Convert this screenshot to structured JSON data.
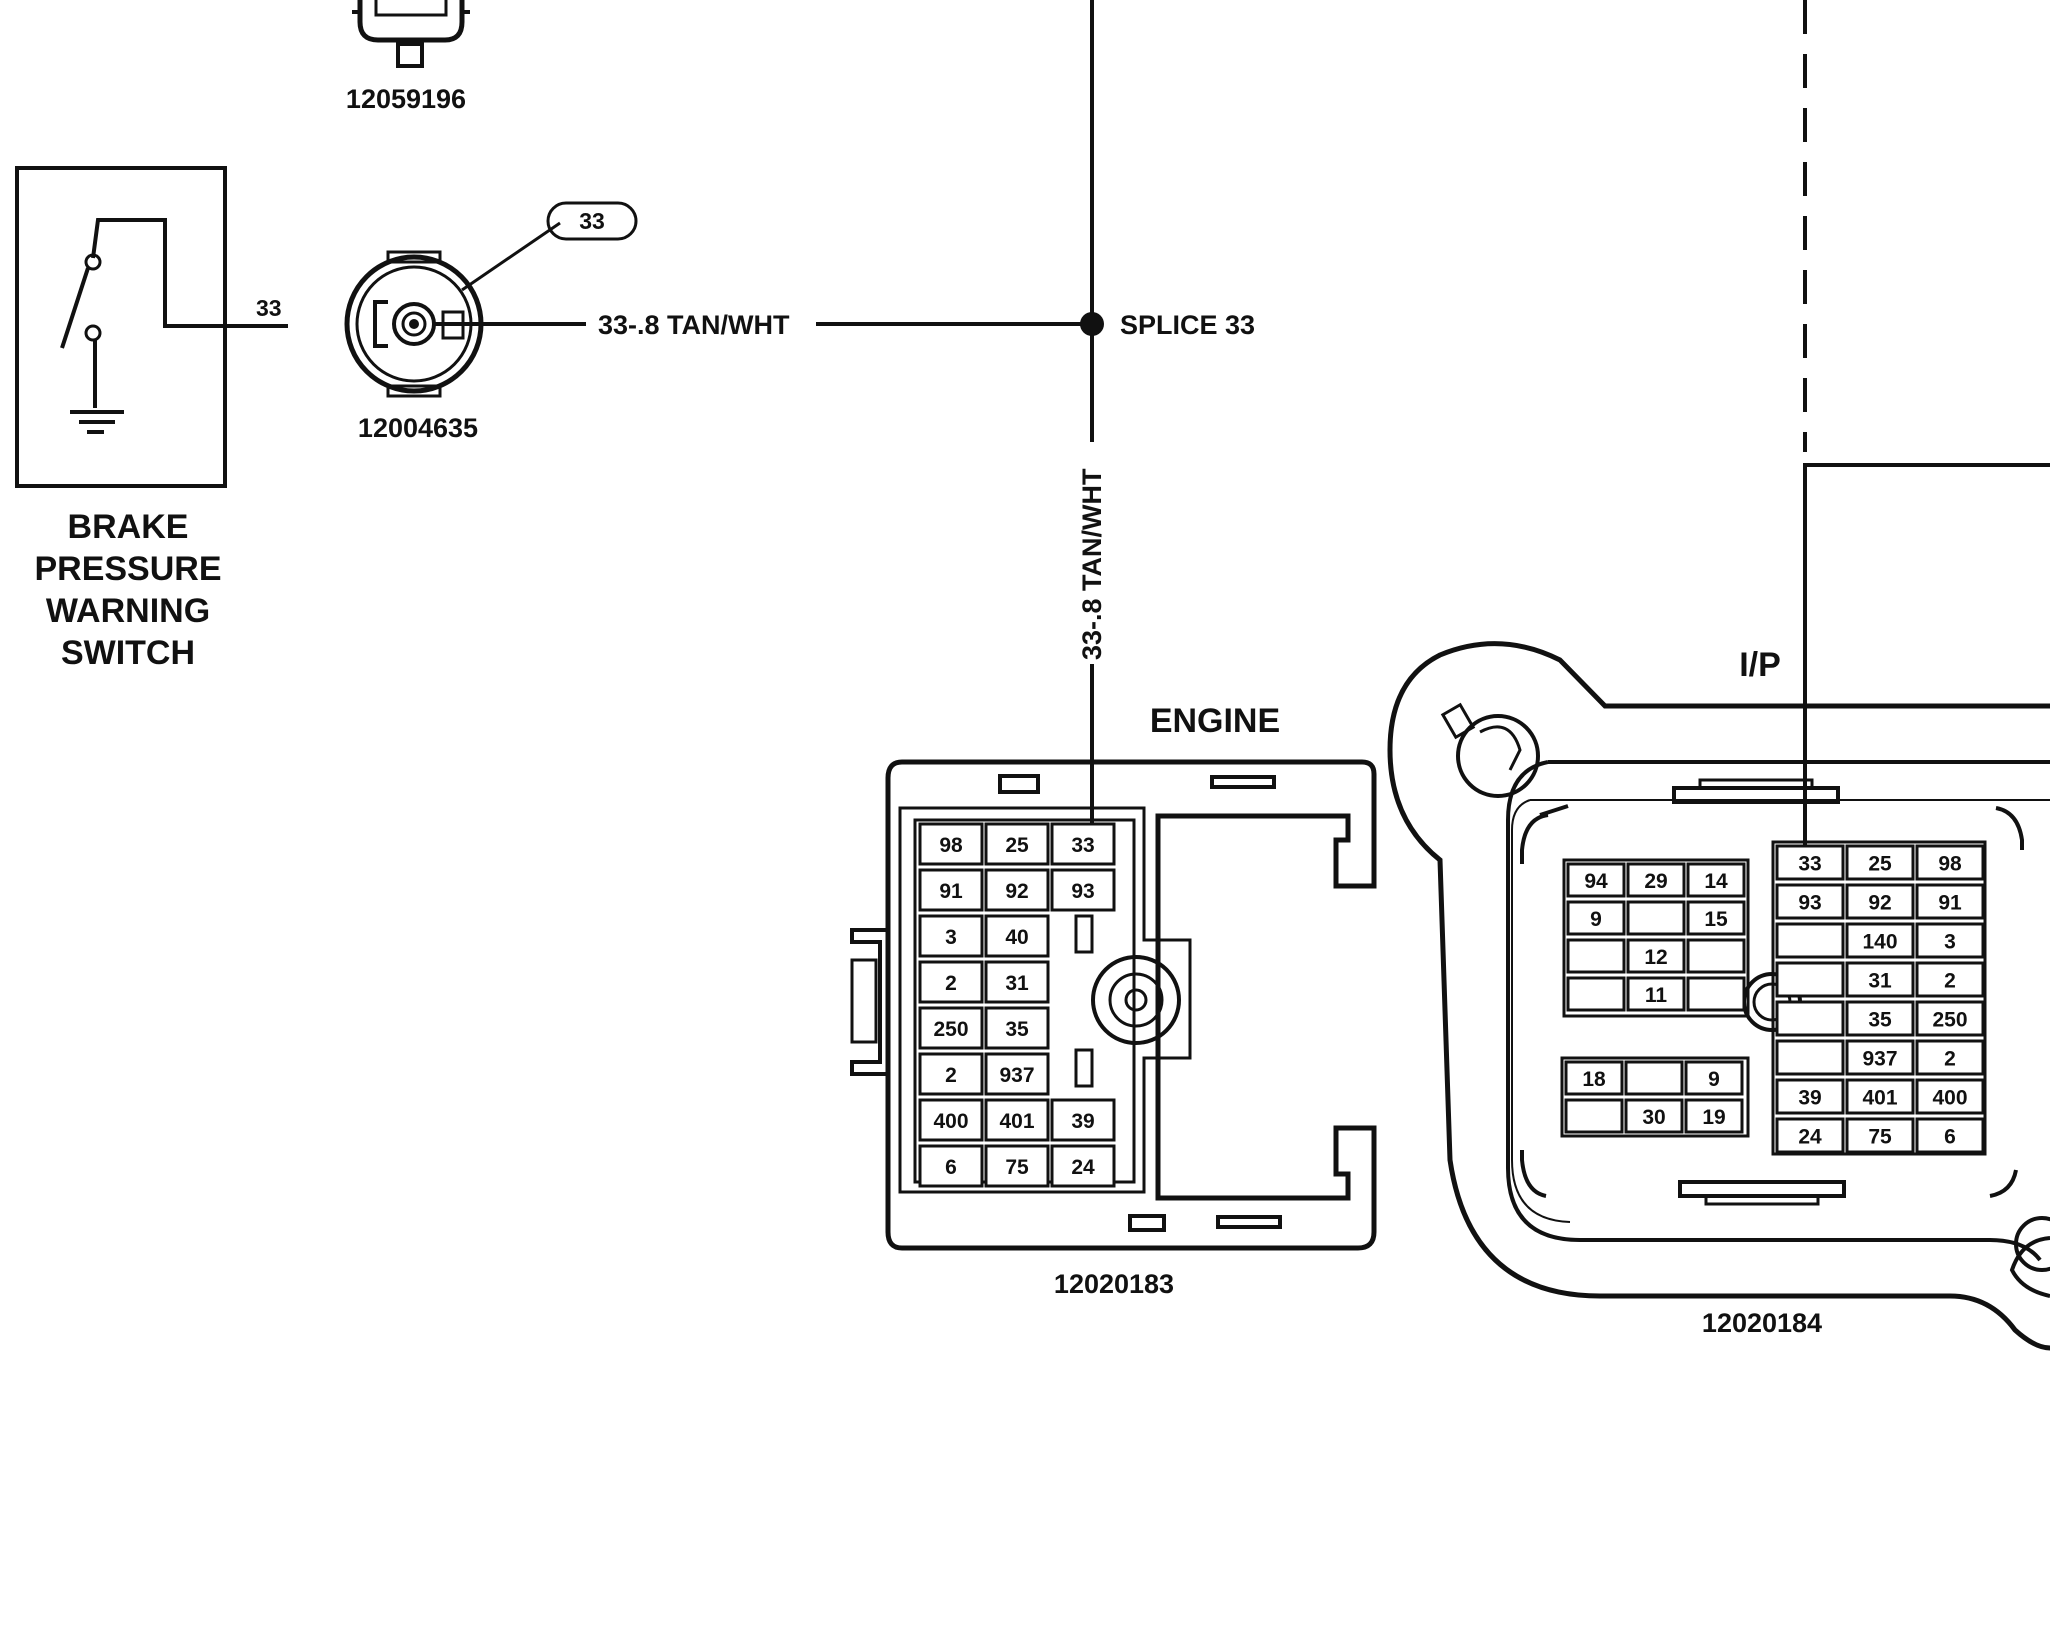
{
  "brake_switch": {
    "label_lines": [
      "BRAKE",
      "PRESSURE",
      "WARNING",
      "SWITCH"
    ],
    "terminal": "33"
  },
  "connector_top": {
    "part_number": "12059196"
  },
  "connector_switch": {
    "part_number": "12004635",
    "callout": "33"
  },
  "wires": {
    "horizontal_label": "33-.8 TAN/WHT",
    "vertical_label": "33-.8 TAN/WHT"
  },
  "splice": {
    "label": "SPLICE 33"
  },
  "engine_connector": {
    "title": "ENGINE",
    "part_number": "12020183",
    "rows": [
      [
        "98",
        "25",
        "33"
      ],
      [
        "91",
        "92",
        "93"
      ],
      [
        "3",
        "40"
      ],
      [
        "2",
        "31"
      ],
      [
        "250",
        "35"
      ],
      [
        "2",
        "937"
      ],
      [
        "400",
        "401",
        "39"
      ],
      [
        "6",
        "75",
        "24"
      ]
    ]
  },
  "ip_connector": {
    "title": "I/P",
    "part_number": "12020184",
    "left_block": [
      [
        "94",
        "29",
        "14"
      ],
      [
        "9",
        "",
        "15"
      ],
      [
        "",
        "12",
        ""
      ],
      [
        "",
        "11",
        ""
      ]
    ],
    "lower_left_block": [
      [
        "18",
        "",
        "9"
      ],
      [
        "",
        "30",
        "19"
      ]
    ],
    "right_block": [
      [
        "33",
        "25",
        "98"
      ],
      [
        "93",
        "92",
        "91"
      ],
      [
        "",
        "140",
        "3"
      ],
      [
        "",
        "31",
        "2"
      ],
      [
        "",
        "35",
        "250"
      ],
      [
        "",
        "937",
        "2"
      ],
      [
        "39",
        "401",
        "400"
      ],
      [
        "24",
        "75",
        "6"
      ]
    ]
  }
}
